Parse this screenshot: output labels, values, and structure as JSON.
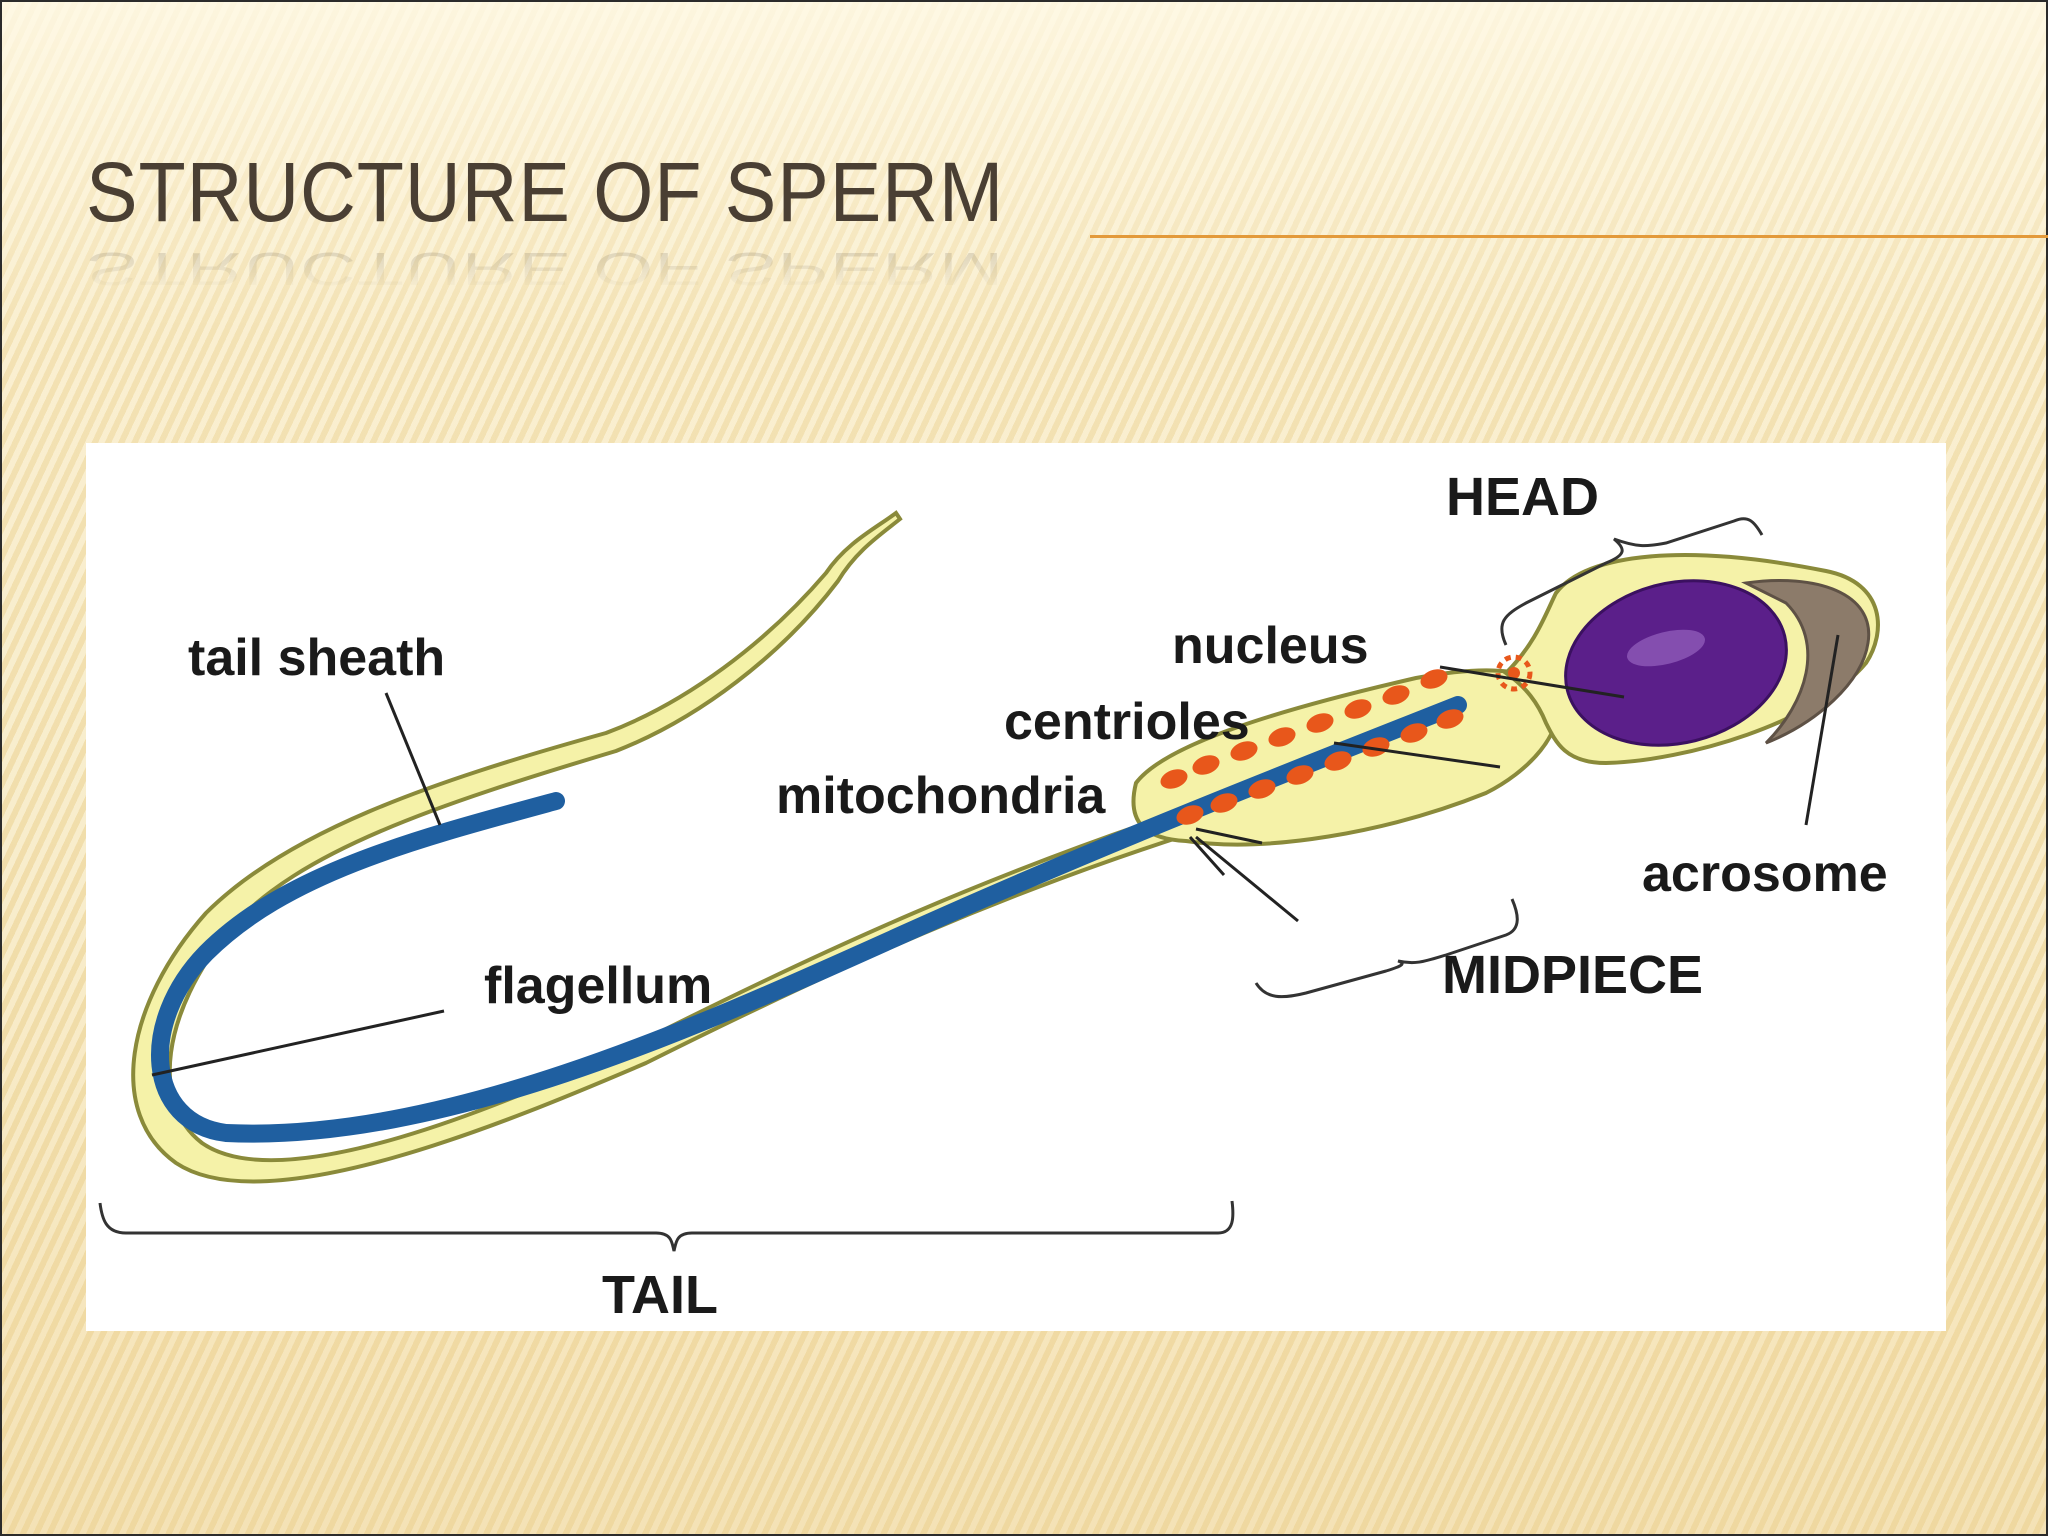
{
  "slide": {
    "title": "STRUCTURE OF SPERM"
  },
  "diagram": {
    "labels": {
      "head": "HEAD",
      "nucleus": "nucleus",
      "centrioles": "centrioles",
      "mitochondria": "mitochondria",
      "acrosome": "acrosome",
      "midpiece": "MIDPIECE",
      "tail_sheath": "tail sheath",
      "flagellum": "flagellum",
      "tail": "TAIL"
    },
    "colors": {
      "sheath_fill": "#f5f2a8",
      "sheath_outline": "#8a8a3a",
      "flagellum": "#1f5fa0",
      "nucleus": "#5b1f8a",
      "acrosome": "#8c7b6a",
      "mitochondria": "#e8571b",
      "accent_rule": "#e39a3a"
    }
  }
}
